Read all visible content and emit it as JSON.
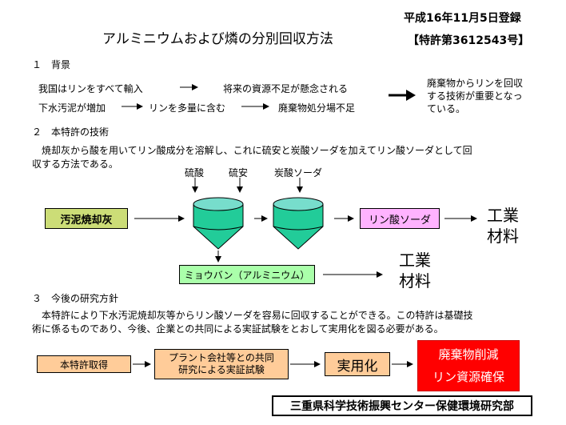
{
  "header": {
    "title": "アルミニウムおよび燐の分別回収方法",
    "date": "平成16年11月5日登録",
    "patent": "【特許第3612543号】"
  },
  "section1": {
    "heading": "１　背景",
    "row1_left": "我国はリンをすべて輸入",
    "row1_right": "将来の資源不足が懸念される",
    "row2_a": "下水汚泥が増加",
    "row2_b": "リンを多量に含む",
    "row2_c": "廃棄物処分場不足",
    "conclusion": [
      "廃棄物からリンを回収",
      "する技術が重要となっ",
      "ている。"
    ]
  },
  "section2": {
    "heading": "２　本特許の技術",
    "description": [
      "　焼却灰から酸を用いてリン酸成分を溶解し、これに硫安と炭酸ソーダを加えてリン酸ソーダとして回",
      "収する方法である。"
    ],
    "reagent1": "硫酸",
    "reagent2": "硫安",
    "reagent3": "炭酸ソーダ",
    "input_box": "汚泥焼却灰",
    "output_box": "リン酸ソーダ",
    "byproduct_box": "ミョウバン（アルミニウム）",
    "product1": [
      "工業",
      "材料"
    ],
    "product2": [
      "工業",
      "材料"
    ]
  },
  "section3": {
    "heading": "３　今後の研究方針",
    "description": [
      "　本特許により下水汚泥焼却灰等からリン酸ソーダを容易に回収することができる。この特許は基礎技",
      "術に係るものであり、今後、企業との共同による実証試験をとおして実用化を図る必要がある。"
    ],
    "step1": "本特許取得",
    "step2": [
      "プラント会社等との共同",
      "研究による実証試験"
    ],
    "step3": "実用化",
    "goal": [
      "廃棄物削減",
      "リン資源確保"
    ]
  },
  "footer": {
    "organization": "三重県科学技術振興センター保健環境研究部"
  },
  "colors": {
    "yellow_green": "#ccdd77",
    "tank_cyan": "#22cc99",
    "pink": "#ffb3ff",
    "light_green": "#aaffaa",
    "peach": "#ffcc99",
    "red": "#ff0000"
  }
}
